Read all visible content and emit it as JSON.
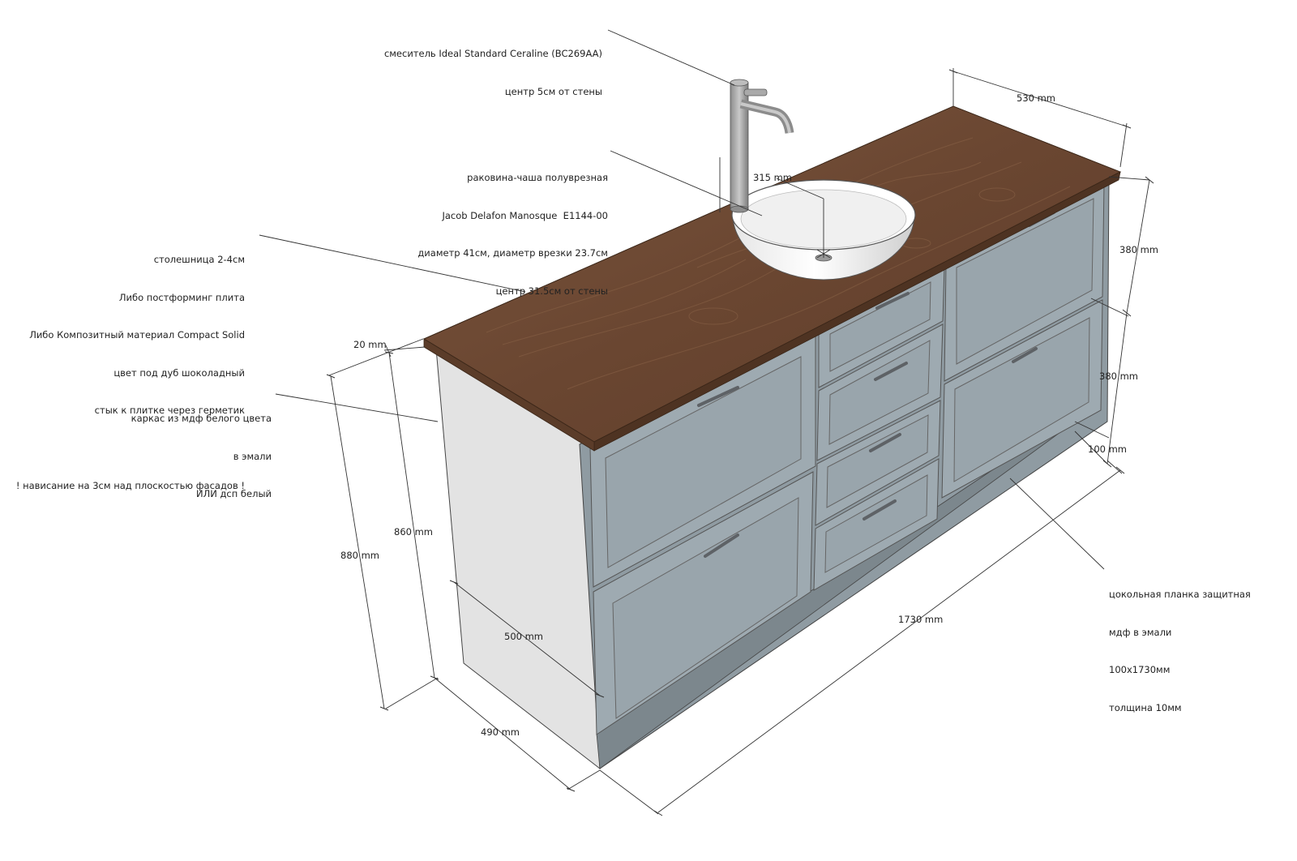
{
  "colors": {
    "wood": "#6f4b35",
    "wood_dark": "#5a3b28",
    "facade": "#9aa6ad",
    "facade_dark": "#7f8b92",
    "carcass_side": "#e2e2e2",
    "bowl": "#f4f4f4",
    "faucet": "#a9a9a9",
    "line": "#333333"
  },
  "labels": {
    "faucet": [
      "смеситель Ideal Standard Ceraline (BC269AA)",
      "центр 5см от стены"
    ],
    "sink": [
      "раковина-чаша полуврезная",
      "Jacob Delafon Manosque  E1144-00",
      "диаметр 41см, диаметр врезки 23.7см",
      "центр 31.5см от стены"
    ],
    "countertop": [
      "столешница 2-4см",
      "Либо постформинг плита",
      "Либо Композитный материал Compact Solid",
      "цвет под дуб шоколадный",
      "стык к плитке через герметик",
      "",
      "! нависание на 3см над плоскостью фасадов !"
    ],
    "carcass": [
      "каркас из мдф белого цвета",
      "в эмали",
      "ИЛИ дсп белый"
    ],
    "plinth": [
      "цокольная планка защитная",
      "мдф в эмали",
      "100х1730мм",
      "толщина 10мм"
    ]
  },
  "dimensions": {
    "depth_top": "530 mm",
    "sink_offset": "315 mm",
    "upper_drawer": "380 mm",
    "lower_drawer": "380 mm",
    "plinth_height": "100 mm",
    "overhang": "20 mm",
    "height_860": "860 mm",
    "height_880": "880 mm",
    "inner_depth": "500 mm",
    "carcass_depth": "490 mm",
    "length": "1730 mm"
  }
}
